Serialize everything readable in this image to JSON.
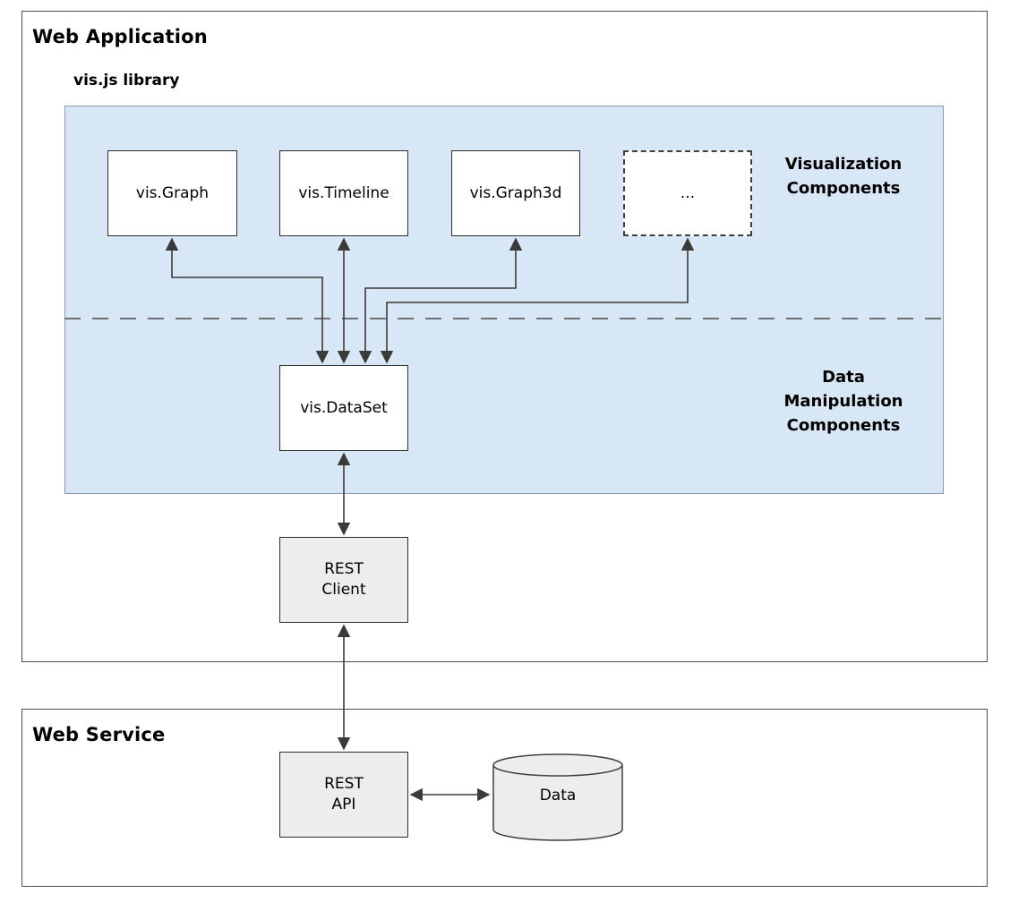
{
  "colors": {
    "library_fill": "#d7e7f5",
    "library_border": "#8a9aa8",
    "node_fill": "#ffffff",
    "node_border": "#2e2e2e",
    "service_node_fill": "#ededed",
    "outer_border": "#4d4d4d",
    "arrow": "#3a3a3a"
  },
  "web_application": {
    "title": "Web Application",
    "library": {
      "label": "vis.js library",
      "section_labels": {
        "visualization": "Visualization\nComponents",
        "data_manipulation": "Data\nManipulation\nComponents"
      },
      "nodes": {
        "graph": "vis.Graph",
        "timeline": "vis.Timeline",
        "graph3d": "vis.Graph3d",
        "more": "...",
        "dataset": "vis.DataSet"
      }
    },
    "rest_client": "REST\nClient"
  },
  "web_service": {
    "title": "Web Service",
    "rest_api": "REST\nAPI",
    "data_store": "Data"
  },
  "edges": [
    {
      "from": "vis.Graph",
      "to": "vis.DataSet",
      "bidirectional": true
    },
    {
      "from": "vis.Timeline",
      "to": "vis.DataSet",
      "bidirectional": true
    },
    {
      "from": "vis.Graph3d",
      "to": "vis.DataSet",
      "bidirectional": true
    },
    {
      "from": "...",
      "to": "vis.DataSet",
      "bidirectional": true
    },
    {
      "from": "vis.DataSet",
      "to": "REST Client",
      "bidirectional": true
    },
    {
      "from": "REST Client",
      "to": "REST API",
      "bidirectional": true
    },
    {
      "from": "REST API",
      "to": "Data",
      "bidirectional": true
    }
  ]
}
